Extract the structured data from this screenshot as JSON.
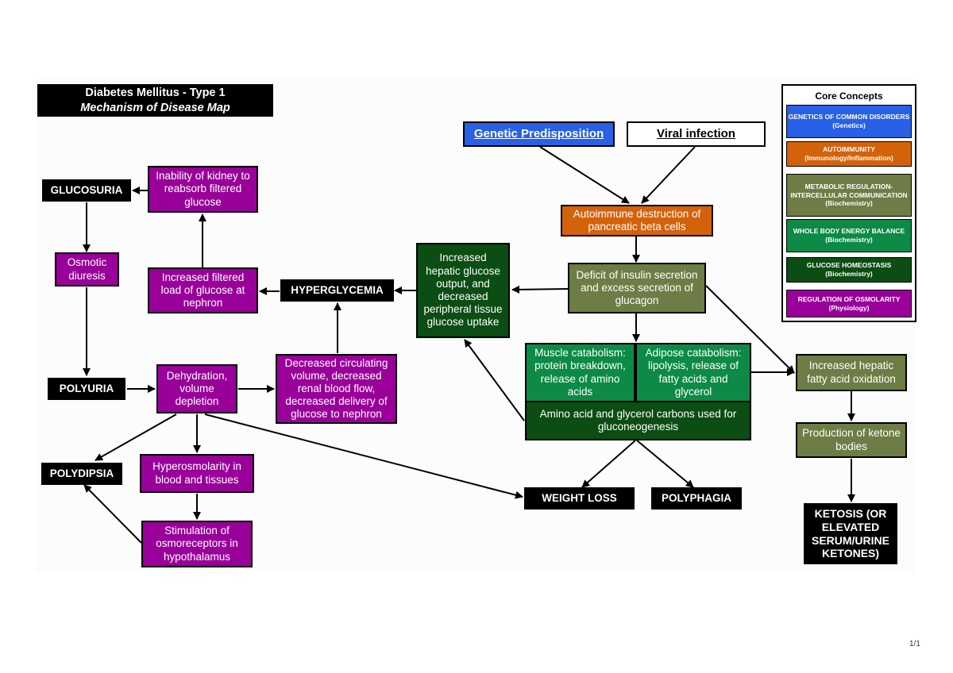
{
  "title": {
    "line1": "Diabetes Mellitus - Type 1",
    "line2": "Mechanism of Disease Map"
  },
  "legend": {
    "title": "Core Concepts",
    "items": [
      {
        "label": "GENETICS OF COMMON DISORDERS",
        "sub": "(Genetics)",
        "color": "#2860e6"
      },
      {
        "label": "AUTOIMMUNITY",
        "sub": "(Immunology/Inflammation)",
        "color": "#d4620b"
      },
      {
        "label": "METABOLIC REGULATION-INTERCELLULAR COMMUNICATION",
        "sub": "(Biochemistry)",
        "color": "#6e7d45"
      },
      {
        "label": "WHOLE BODY ENERGY BALANCE",
        "sub": "(Biochemistry)",
        "color": "#0d8a45"
      },
      {
        "label": "GLUCOSE HOMEOSTASIS",
        "sub": "(Biochemistry)",
        "color": "#0b4d13"
      },
      {
        "label": "REGULATION OF OSMOLARITY",
        "sub": "(Physiology)",
        "color": "#990099"
      }
    ]
  },
  "nodes": {
    "genetic": "Genetic Predisposition",
    "viral": "Viral infection",
    "autoimmune": "Autoimmune destruction of pancreatic beta cells",
    "deficit": "Deficit of insulin secretion and excess secretion of glucagon",
    "hepatic_output": "Increased hepatic glucose output, and decreased peripheral tissue glucose uptake",
    "hyperglycemia": "HYPERGLYCEMIA",
    "filtered_load": "Increased filtered load of glucose at nephron",
    "inability": "Inability of kidney to reabsorb filtered glucose",
    "glucosuria": "GLUCOSURIA",
    "osmotic": "Osmotic diuresis",
    "polyuria": "POLYURIA",
    "dehydration": "Dehydration, volume depletion",
    "decreased_circ": "Decreased circulating volume, decreased renal blood flow, decreased delivery of glucose to nephron",
    "polydipsia": "POLYDIPSIA",
    "hyperosm": "Hyperosmolarity in blood and tissues",
    "stimulation": "Stimulation of osmoreceptors in hypothalamus",
    "muscle": "Muscle catabolism: protein breakdown, release of amino acids",
    "adipose": "Adipose catabolism: lipolysis, release of fatty acids and glycerol",
    "amino": "Amino acid and glycerol carbons used for gluconeogenesis",
    "weight_loss": "WEIGHT LOSS",
    "polyphagia": "POLYPHAGIA",
    "fatty_ox": "Increased hepatic fatty acid oxidation",
    "ketone_prod": "Production of ketone bodies",
    "ketosis": "KETOSIS (OR ELEVATED SERUM/URINE KETONES)"
  },
  "page_number": "1/1"
}
